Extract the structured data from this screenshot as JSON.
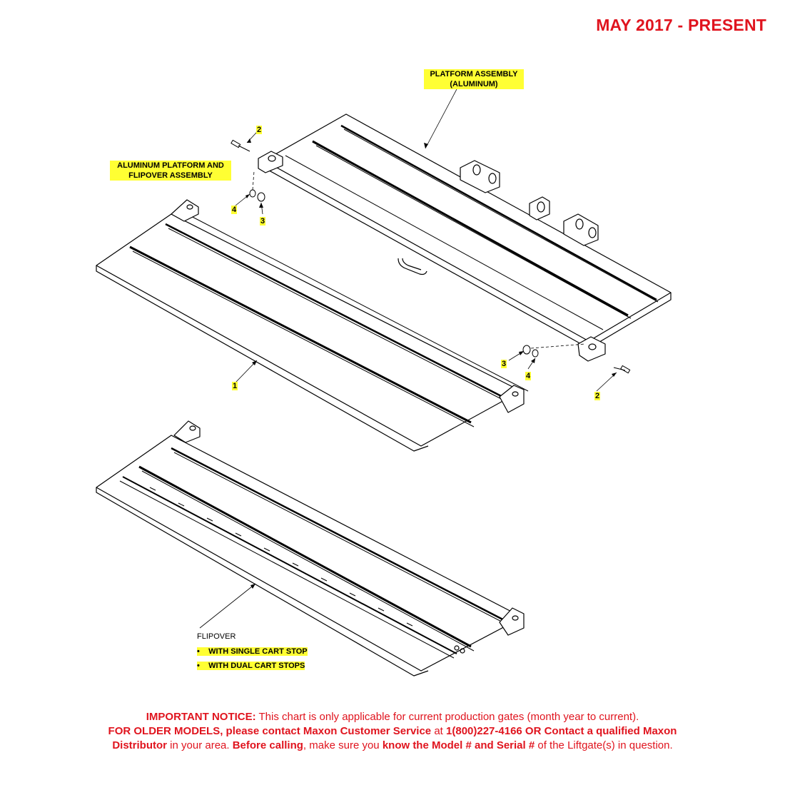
{
  "header": {
    "date_range": "MAY 2017 - PRESENT"
  },
  "labels": {
    "platform_assembly_line1": "PLATFORM ASSEMBLY",
    "platform_assembly_line2": "(ALUMINUM)",
    "alum_flipover_line1": "ALUMINUM PLATFORM AND",
    "alum_flipover_line2": "FLIPOVER ASSEMBLY",
    "flipover": "FLIPOVER",
    "single_cart_stop": "WITH SINGLE CART STOP",
    "dual_cart_stops": "WITH DUAL CART STOPS",
    "bullet": "•"
  },
  "callouts": {
    "c1": "1",
    "c2_top": "2",
    "c2_bottom": "2",
    "c3_left": "3",
    "c3_right": "3",
    "c4_left": "4",
    "c4_right": "4"
  },
  "notice": {
    "line1_bold": "IMPORTANT NOTICE:",
    "line1_rest": " This chart is only applicable for current production gates (month year to current).",
    "line2_bold": "FOR OLDER MODELS, please contact Maxon Customer Service",
    "line2_mid": " at ",
    "line2_bold2": "1(800)227-4166 OR Contact a qualified Maxon",
    "line3_bold": "Distributor",
    "line3_mid1": " in your area. ",
    "line3_bold2": "Before calling",
    "line3_mid2": ", make sure you ",
    "line3_bold3": "know the Model # and Serial #",
    "line3_end": " of the Liftgate(s) in question."
  }
}
